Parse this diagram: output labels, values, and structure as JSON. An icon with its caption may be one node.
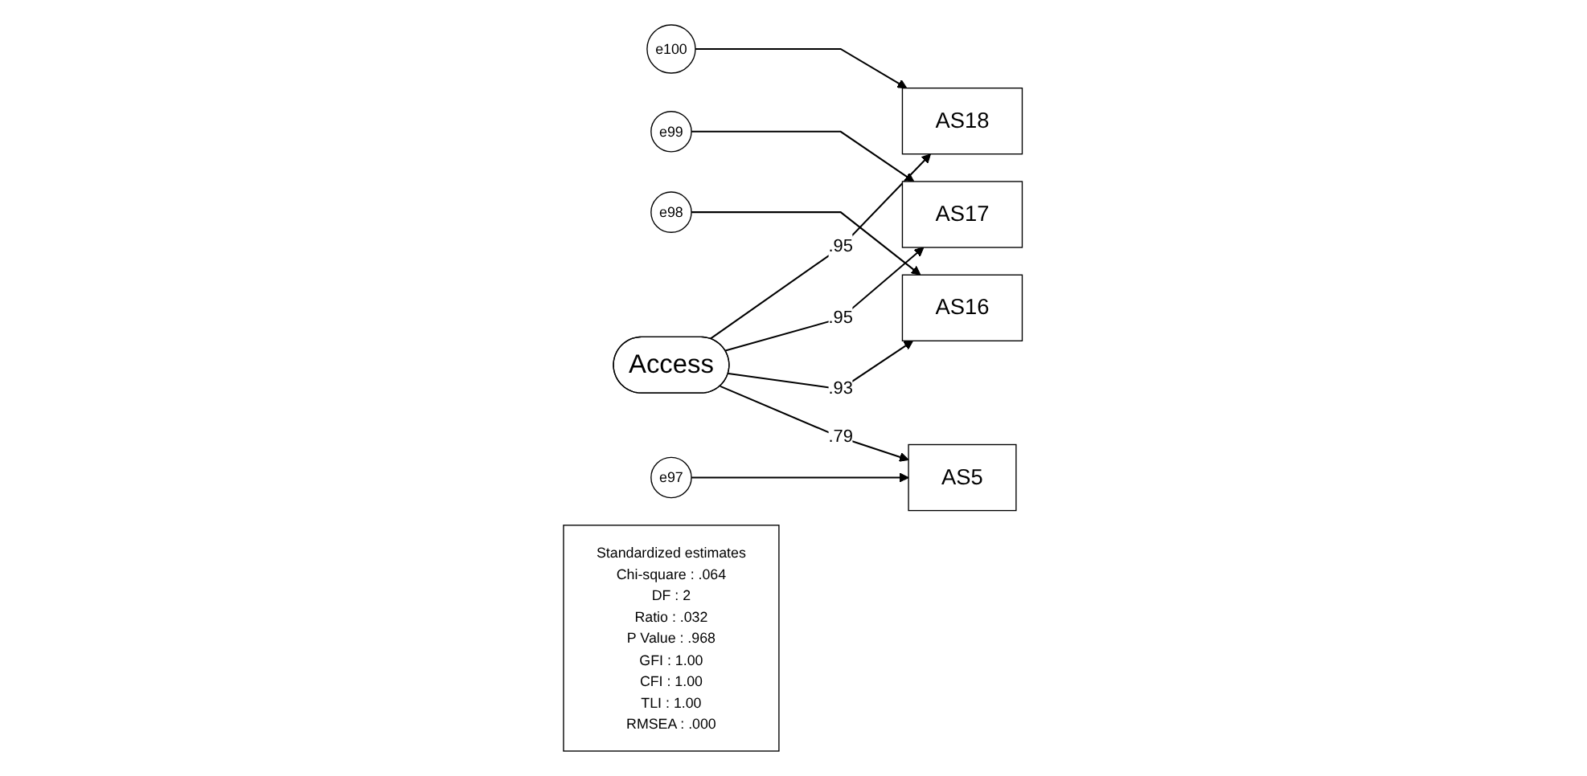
{
  "diagram": {
    "nodes": [
      {
        "text": [
          "e100"
        ]
      },
      {
        "text": [
          "e99"
        ]
      },
      {
        "text": [
          "e98"
        ]
      },
      {
        "text": [
          "e97"
        ]
      },
      {
        "text": [
          "AS18"
        ]
      },
      {
        "text": [
          "AS17"
        ]
      },
      {
        "text": [
          "AS16"
        ]
      },
      {
        "text": [
          "AS5"
        ]
      },
      {
        "text": [
          "Access"
        ]
      },
      {
        "text": [
          "Standardized estimates",
          "Chi-square : .064",
          "DF : 2",
          "Ratio : .032",
          "P Value : .968",
          "GFI : 1.00",
          "CFI : 1.00",
          "TLI : 1.00",
          "RMSEA : .000"
        ]
      }
    ],
    "edges": [
      {
        "from": 0,
        "to": 4,
        "arrow": "to"
      },
      {
        "from": 1,
        "to": 5,
        "arrow": "to"
      },
      {
        "from": 2,
        "to": 6,
        "arrow": "to"
      },
      {
        "from": 3,
        "to": 7,
        "arrow": "to"
      },
      {
        "from": 8,
        "to": 4,
        "arrow": "to",
        "label": ".95"
      },
      {
        "from": 8,
        "to": 5,
        "arrow": "to",
        "label": ".95"
      },
      {
        "from": 8,
        "to": 6,
        "arrow": "to",
        "label": ".93"
      },
      {
        "from": 8,
        "to": 7,
        "arrow": "to",
        "label": ".79"
      }
    ]
  }
}
